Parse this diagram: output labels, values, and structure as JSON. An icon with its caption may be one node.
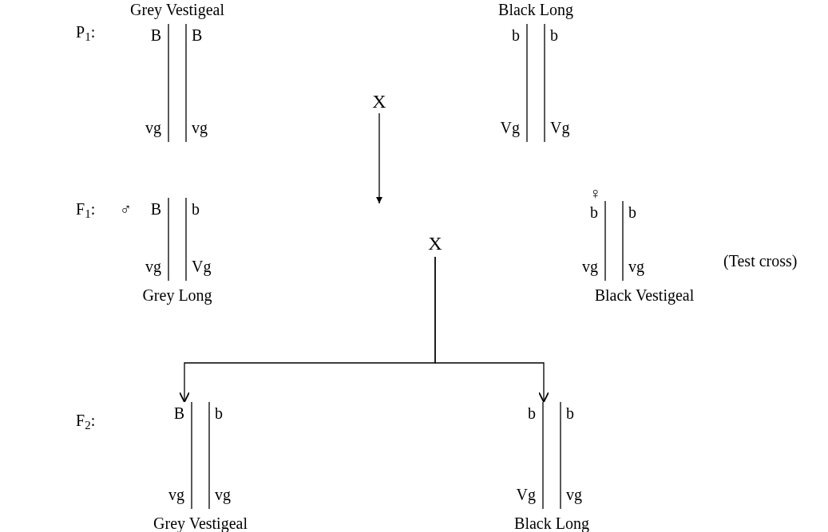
{
  "diagram": {
    "nodes": [
      {
        "text": [
          "Grey Vestigeal",
          "B",
          "B",
          "vg",
          "vg"
        ]
      },
      {
        "text": [
          "X"
        ]
      },
      {
        "text": [
          "Black Long",
          "b",
          "b",
          "Vg",
          "Vg"
        ]
      },
      {
        "text": [
          "Grey Long",
          "B",
          "b",
          "vg",
          "Vg"
        ],
        "beside": [
          "♂"
        ]
      },
      {
        "text": [
          "X"
        ]
      },
      {
        "text": [
          "Black Vestigeal",
          "b",
          "b",
          "vg",
          "vg"
        ],
        "beside": [
          "♀",
          "(Test cross)"
        ]
      },
      {
        "text": [
          "Grey Vestigeal",
          "B",
          "b",
          "vg",
          "vg"
        ]
      },
      {
        "text": [
          "Black Long",
          "b",
          "b",
          "Vg",
          "vg"
        ]
      }
    ],
    "edges": [
      {
        "from": 1,
        "to": null,
        "arrow": "to"
      },
      {
        "from": 4,
        "to": 6,
        "arrow": "to"
      },
      {
        "from": 4,
        "to": 7,
        "arrow": "to"
      }
    ],
    "labels": [
      "P$_{1}$:",
      "F$_{1}$:",
      "F$_{2}$:"
    ]
  }
}
